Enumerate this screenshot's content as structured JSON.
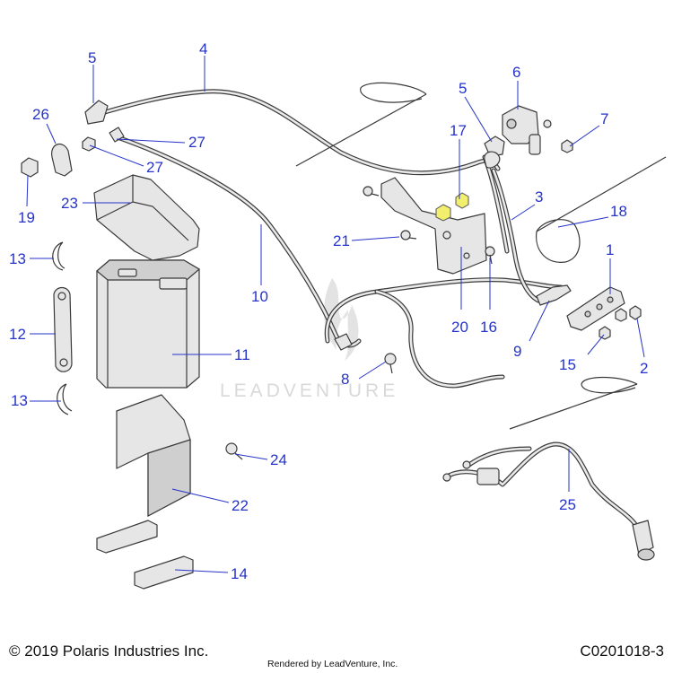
{
  "callouts": [
    "1",
    "2",
    "3",
    "4",
    "5",
    "6",
    "7",
    "8",
    "9",
    "10",
    "11",
    "12",
    "13",
    "14",
    "15",
    "16",
    "17",
    "18",
    "19",
    "20",
    "21",
    "22",
    "23",
    "24",
    "25",
    "26",
    "27"
  ],
  "watermark": "LEADVENTURE",
  "footer": {
    "copyright": "© 2019 Polaris Industries Inc.",
    "rendered_by": "Rendered by LeadVenture, Inc.",
    "diagram_id": "C0201018-3"
  },
  "colors": {
    "callout": "#2533c8",
    "part_fill": "#e6e6e6",
    "nut_highlight": "#f2ef6e"
  }
}
